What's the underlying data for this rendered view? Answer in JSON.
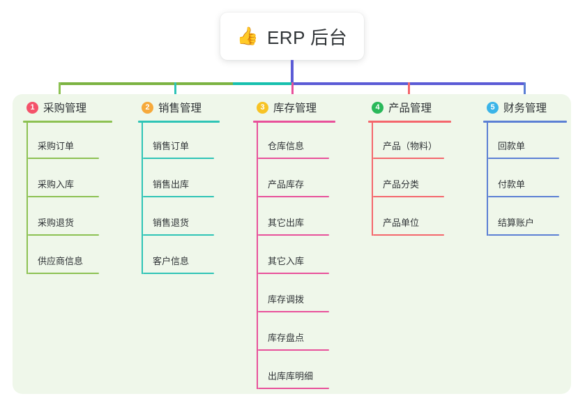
{
  "root": {
    "emoji": "👍",
    "emoji_name": "thumbs-up-icon",
    "title": "ERP 后台"
  },
  "connectors": {
    "stem_color": "#5b5bd6",
    "bar_left_color": "#7cb342",
    "bar_mid_color": "#17c0ae",
    "bar_right_color": "#5b5bd6"
  },
  "panel": {
    "background": "#eff7ea"
  },
  "columns": [
    {
      "number": "1",
      "title": "采购管理",
      "badge_color": "#f4526a",
      "accent": "#8cc152",
      "head_rule_width": 128,
      "items": [
        {
          "label": "采购订单"
        },
        {
          "label": "采购入库"
        },
        {
          "label": "采购退货"
        },
        {
          "label": "供应商信息"
        }
      ]
    },
    {
      "number": "2",
      "title": "销售管理",
      "badge_color": "#f6a93b",
      "accent": "#2ec4b6",
      "head_rule_width": 117,
      "items": [
        {
          "label": "销售订单"
        },
        {
          "label": "销售出库"
        },
        {
          "label": "销售退货"
        },
        {
          "label": "客户信息"
        }
      ]
    },
    {
      "number": "3",
      "title": "库存管理",
      "badge_color": "#f7c325",
      "accent": "#e8509a",
      "head_rule_width": 118,
      "items": [
        {
          "label": "仓库信息"
        },
        {
          "label": "产品库存"
        },
        {
          "label": "其它出库"
        },
        {
          "label": "其它入库"
        },
        {
          "label": "库存调拨"
        },
        {
          "label": "库存盘点"
        },
        {
          "label": "出库库明细"
        }
      ]
    },
    {
      "number": "4",
      "title": "产品管理",
      "badge_color": "#2ab85a",
      "accent": "#f4666c",
      "head_rule_width": 119,
      "items": [
        {
          "label": "产品（物料）"
        },
        {
          "label": "产品分类"
        },
        {
          "label": "产品单位"
        }
      ]
    },
    {
      "number": "5",
      "title": "财务管理",
      "badge_color": "#3bb4e8",
      "accent": "#5b7fd4",
      "head_rule_width": 120,
      "items": [
        {
          "label": "回款单"
        },
        {
          "label": "付款单"
        },
        {
          "label": "结算账户"
        }
      ]
    }
  ]
}
